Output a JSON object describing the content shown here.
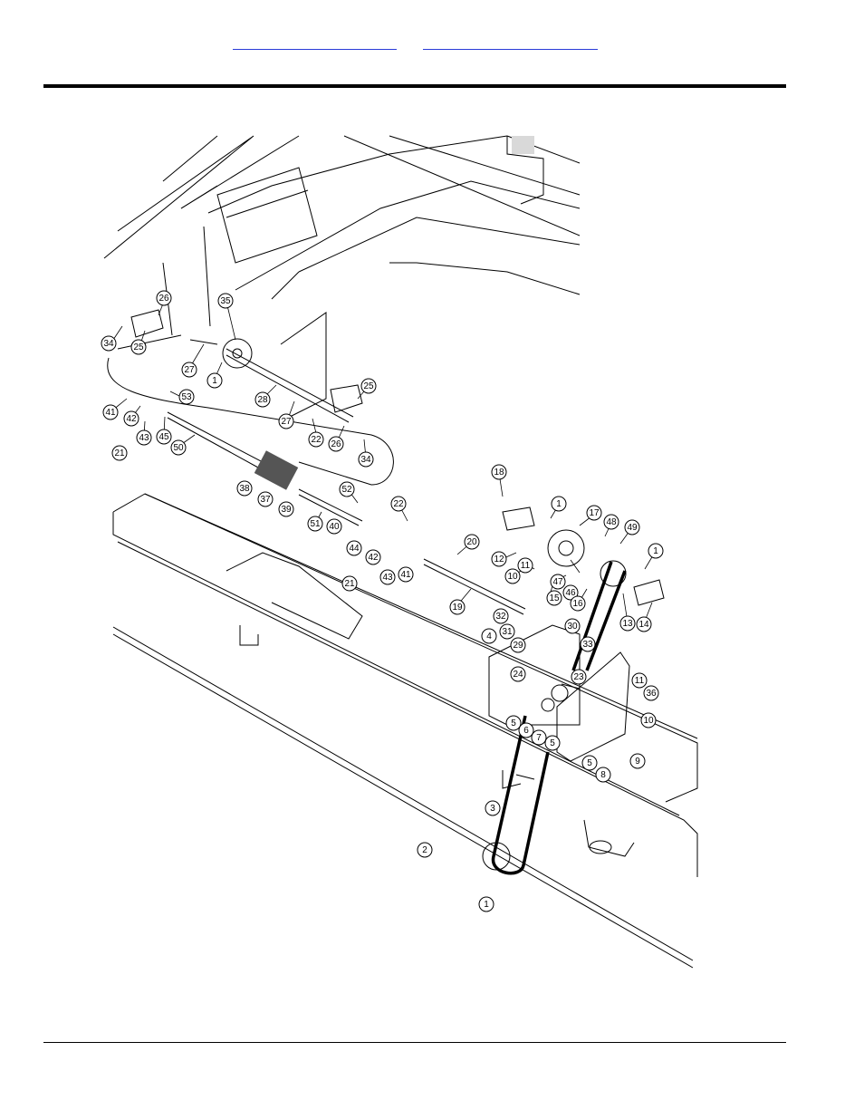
{
  "header": {
    "links": [
      {
        "label": ""
      },
      {
        "label": ""
      }
    ],
    "link_color": "#2a3bd8"
  },
  "figure": {
    "callouts": [
      {
        "id": "c34a",
        "label": "34"
      },
      {
        "id": "c25a",
        "label": "25"
      },
      {
        "id": "c26a",
        "label": "26"
      },
      {
        "id": "c27a",
        "label": "27"
      },
      {
        "id": "c35",
        "label": "35"
      },
      {
        "id": "c1a",
        "label": "1"
      },
      {
        "id": "c28",
        "label": "28"
      },
      {
        "id": "c27b",
        "label": "27"
      },
      {
        "id": "c22a",
        "label": "22"
      },
      {
        "id": "c25b",
        "label": "25"
      },
      {
        "id": "c26b",
        "label": "26"
      },
      {
        "id": "c34b",
        "label": "34"
      },
      {
        "id": "c53",
        "label": "53"
      },
      {
        "id": "c41a",
        "label": "41"
      },
      {
        "id": "c42a",
        "label": "42"
      },
      {
        "id": "c43a",
        "label": "43"
      },
      {
        "id": "c45",
        "label": "45"
      },
      {
        "id": "c50",
        "label": "50"
      },
      {
        "id": "c21a",
        "label": "21"
      },
      {
        "id": "c38",
        "label": "38"
      },
      {
        "id": "c37",
        "label": "37"
      },
      {
        "id": "c39",
        "label": "39"
      },
      {
        "id": "c52",
        "label": "52"
      },
      {
        "id": "c40",
        "label": "40"
      },
      {
        "id": "c51",
        "label": "51"
      },
      {
        "id": "c44",
        "label": "44"
      },
      {
        "id": "c42b",
        "label": "42"
      },
      {
        "id": "c43b",
        "label": "43"
      },
      {
        "id": "c41b",
        "label": "41"
      },
      {
        "id": "c22b",
        "label": "22"
      },
      {
        "id": "c21b",
        "label": "21"
      },
      {
        "id": "c20",
        "label": "20"
      },
      {
        "id": "c19",
        "label": "19"
      },
      {
        "id": "c18",
        "label": "18"
      },
      {
        "id": "c1b",
        "label": "1"
      },
      {
        "id": "c17",
        "label": "17"
      },
      {
        "id": "c48",
        "label": "48"
      },
      {
        "id": "c49",
        "label": "49"
      },
      {
        "id": "c12",
        "label": "12"
      },
      {
        "id": "c10a",
        "label": "10"
      },
      {
        "id": "c11a",
        "label": "11"
      },
      {
        "id": "c47",
        "label": "47"
      },
      {
        "id": "c46",
        "label": "46"
      },
      {
        "id": "c15",
        "label": "15"
      },
      {
        "id": "c16",
        "label": "16"
      },
      {
        "id": "c1c",
        "label": "1"
      },
      {
        "id": "c14",
        "label": "14"
      },
      {
        "id": "c13",
        "label": "13"
      },
      {
        "id": "c32",
        "label": "32"
      },
      {
        "id": "c31",
        "label": "31"
      },
      {
        "id": "c30",
        "label": "30"
      },
      {
        "id": "c29",
        "label": "29"
      },
      {
        "id": "c4",
        "label": "4"
      },
      {
        "id": "c33",
        "label": "33"
      },
      {
        "id": "c24",
        "label": "24"
      },
      {
        "id": "c23",
        "label": "23"
      },
      {
        "id": "c11b",
        "label": "11"
      },
      {
        "id": "c36",
        "label": "36"
      },
      {
        "id": "c10b",
        "label": "10"
      },
      {
        "id": "c5a",
        "label": "5"
      },
      {
        "id": "c6",
        "label": "6"
      },
      {
        "id": "c7",
        "label": "7"
      },
      {
        "id": "c5b",
        "label": "5"
      },
      {
        "id": "c5c",
        "label": "5"
      },
      {
        "id": "c8",
        "label": "8"
      },
      {
        "id": "c9",
        "label": "9"
      },
      {
        "id": "c3",
        "label": "3"
      },
      {
        "id": "c2",
        "label": "2"
      },
      {
        "id": "c1d",
        "label": "1"
      }
    ]
  }
}
